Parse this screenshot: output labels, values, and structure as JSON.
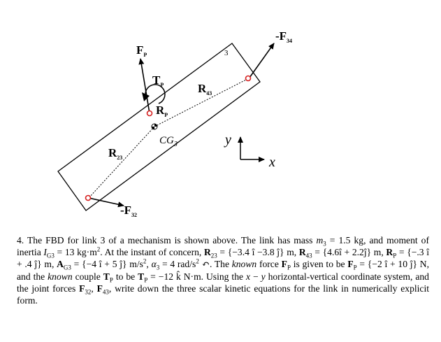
{
  "figure": {
    "link_number": "3",
    "labels": {
      "F_P": {
        "main": "F",
        "sub": "P"
      },
      "T_P": {
        "main": "T",
        "sub": "P"
      },
      "R_P": {
        "main": "R",
        "sub": "P"
      },
      "R_43": {
        "main": "R",
        "sub": "43"
      },
      "R_23": {
        "main": "R",
        "sub": "23"
      },
      "CG_3": {
        "main": "CG",
        "sub": "3"
      },
      "neg_F_34": {
        "main": "-F",
        "sub": "34"
      },
      "neg_F_32": {
        "main": "-F",
        "sub": "32"
      },
      "axis_y": "y",
      "axis_x": "x"
    }
  },
  "problem": {
    "number": "4.",
    "text_segments": [
      {
        "t": "The FBD for link 3 of a mechanism is shown above. The link has mass ",
        "s": ""
      },
      {
        "t": "m",
        "s": "var"
      },
      {
        "t": "3",
        "s": "sub"
      },
      {
        "t": " = 1.5 kg, and moment of inertia ",
        "s": ""
      },
      {
        "t": "I",
        "s": "var"
      },
      {
        "t": "G3",
        "s": "sub"
      },
      {
        "t": " = 13 kg·m",
        "s": ""
      },
      {
        "t": "2",
        "s": "sup"
      },
      {
        "t": ". At the instant of concern, ",
        "s": ""
      },
      {
        "t": "R",
        "s": "vb"
      },
      {
        "t": "23",
        "s": "sub"
      },
      {
        "t": " = {−3.4 î −3.8 ĵ} m, ",
        "s": ""
      },
      {
        "t": "R",
        "s": "vb"
      },
      {
        "t": "43",
        "s": "sub"
      },
      {
        "t": " = {4.6î + 2.2ĵ} m, ",
        "s": ""
      },
      {
        "t": "R",
        "s": "vb"
      },
      {
        "t": "P",
        "s": "sub"
      },
      {
        "t": " = {−.3 î + .4 ĵ} m, ",
        "s": ""
      },
      {
        "t": "A",
        "s": "vb"
      },
      {
        "t": "G3",
        "s": "sub"
      },
      {
        "t": " = {−4 î + 5 ĵ} m/s",
        "s": ""
      },
      {
        "t": "2",
        "s": "sup"
      },
      {
        "t": ", ",
        "s": ""
      },
      {
        "t": "α",
        "s": "var"
      },
      {
        "t": "3",
        "s": "sub"
      },
      {
        "t": " = 4 rad/s",
        "s": ""
      },
      {
        "t": "2",
        "s": "sup"
      },
      {
        "t": " ↶. ",
        "s": ""
      },
      {
        "t": "The ",
        "s": ""
      },
      {
        "t": "known",
        "s": "var"
      },
      {
        "t": " force ",
        "s": ""
      },
      {
        "t": "F",
        "s": "vb"
      },
      {
        "t": "P",
        "s": "sub"
      },
      {
        "t": " is given to be ",
        "s": ""
      },
      {
        "t": "F",
        "s": "vb"
      },
      {
        "t": "P",
        "s": "sub"
      },
      {
        "t": " = {−2 î + 10 ĵ} N, and the ",
        "s": ""
      },
      {
        "t": "known",
        "s": "var"
      },
      {
        "t": " couple ",
        "s": ""
      },
      {
        "t": "T",
        "s": "vb"
      },
      {
        "t": "P",
        "s": "sub"
      },
      {
        "t": " to be ",
        "s": ""
      },
      {
        "t": "T",
        "s": "vb"
      },
      {
        "t": "P",
        "s": "sub"
      },
      {
        "t": " = −12 k̂ N·m. Using the ",
        "s": ""
      },
      {
        "t": "x",
        "s": "var"
      },
      {
        "t": " − ",
        "s": ""
      },
      {
        "t": "y",
        "s": "var"
      },
      {
        "t": " horizontal-vertical coordinate system, and the joint forces ",
        "s": ""
      },
      {
        "t": "F",
        "s": "vb"
      },
      {
        "t": "32",
        "s": "sub"
      },
      {
        "t": ", ",
        "s": ""
      },
      {
        "t": "F",
        "s": "vb"
      },
      {
        "t": "43",
        "s": "sub"
      },
      {
        "t": ", write down the three scalar kinetic equations for the link in numerically explicit form.",
        "s": ""
      }
    ]
  }
}
